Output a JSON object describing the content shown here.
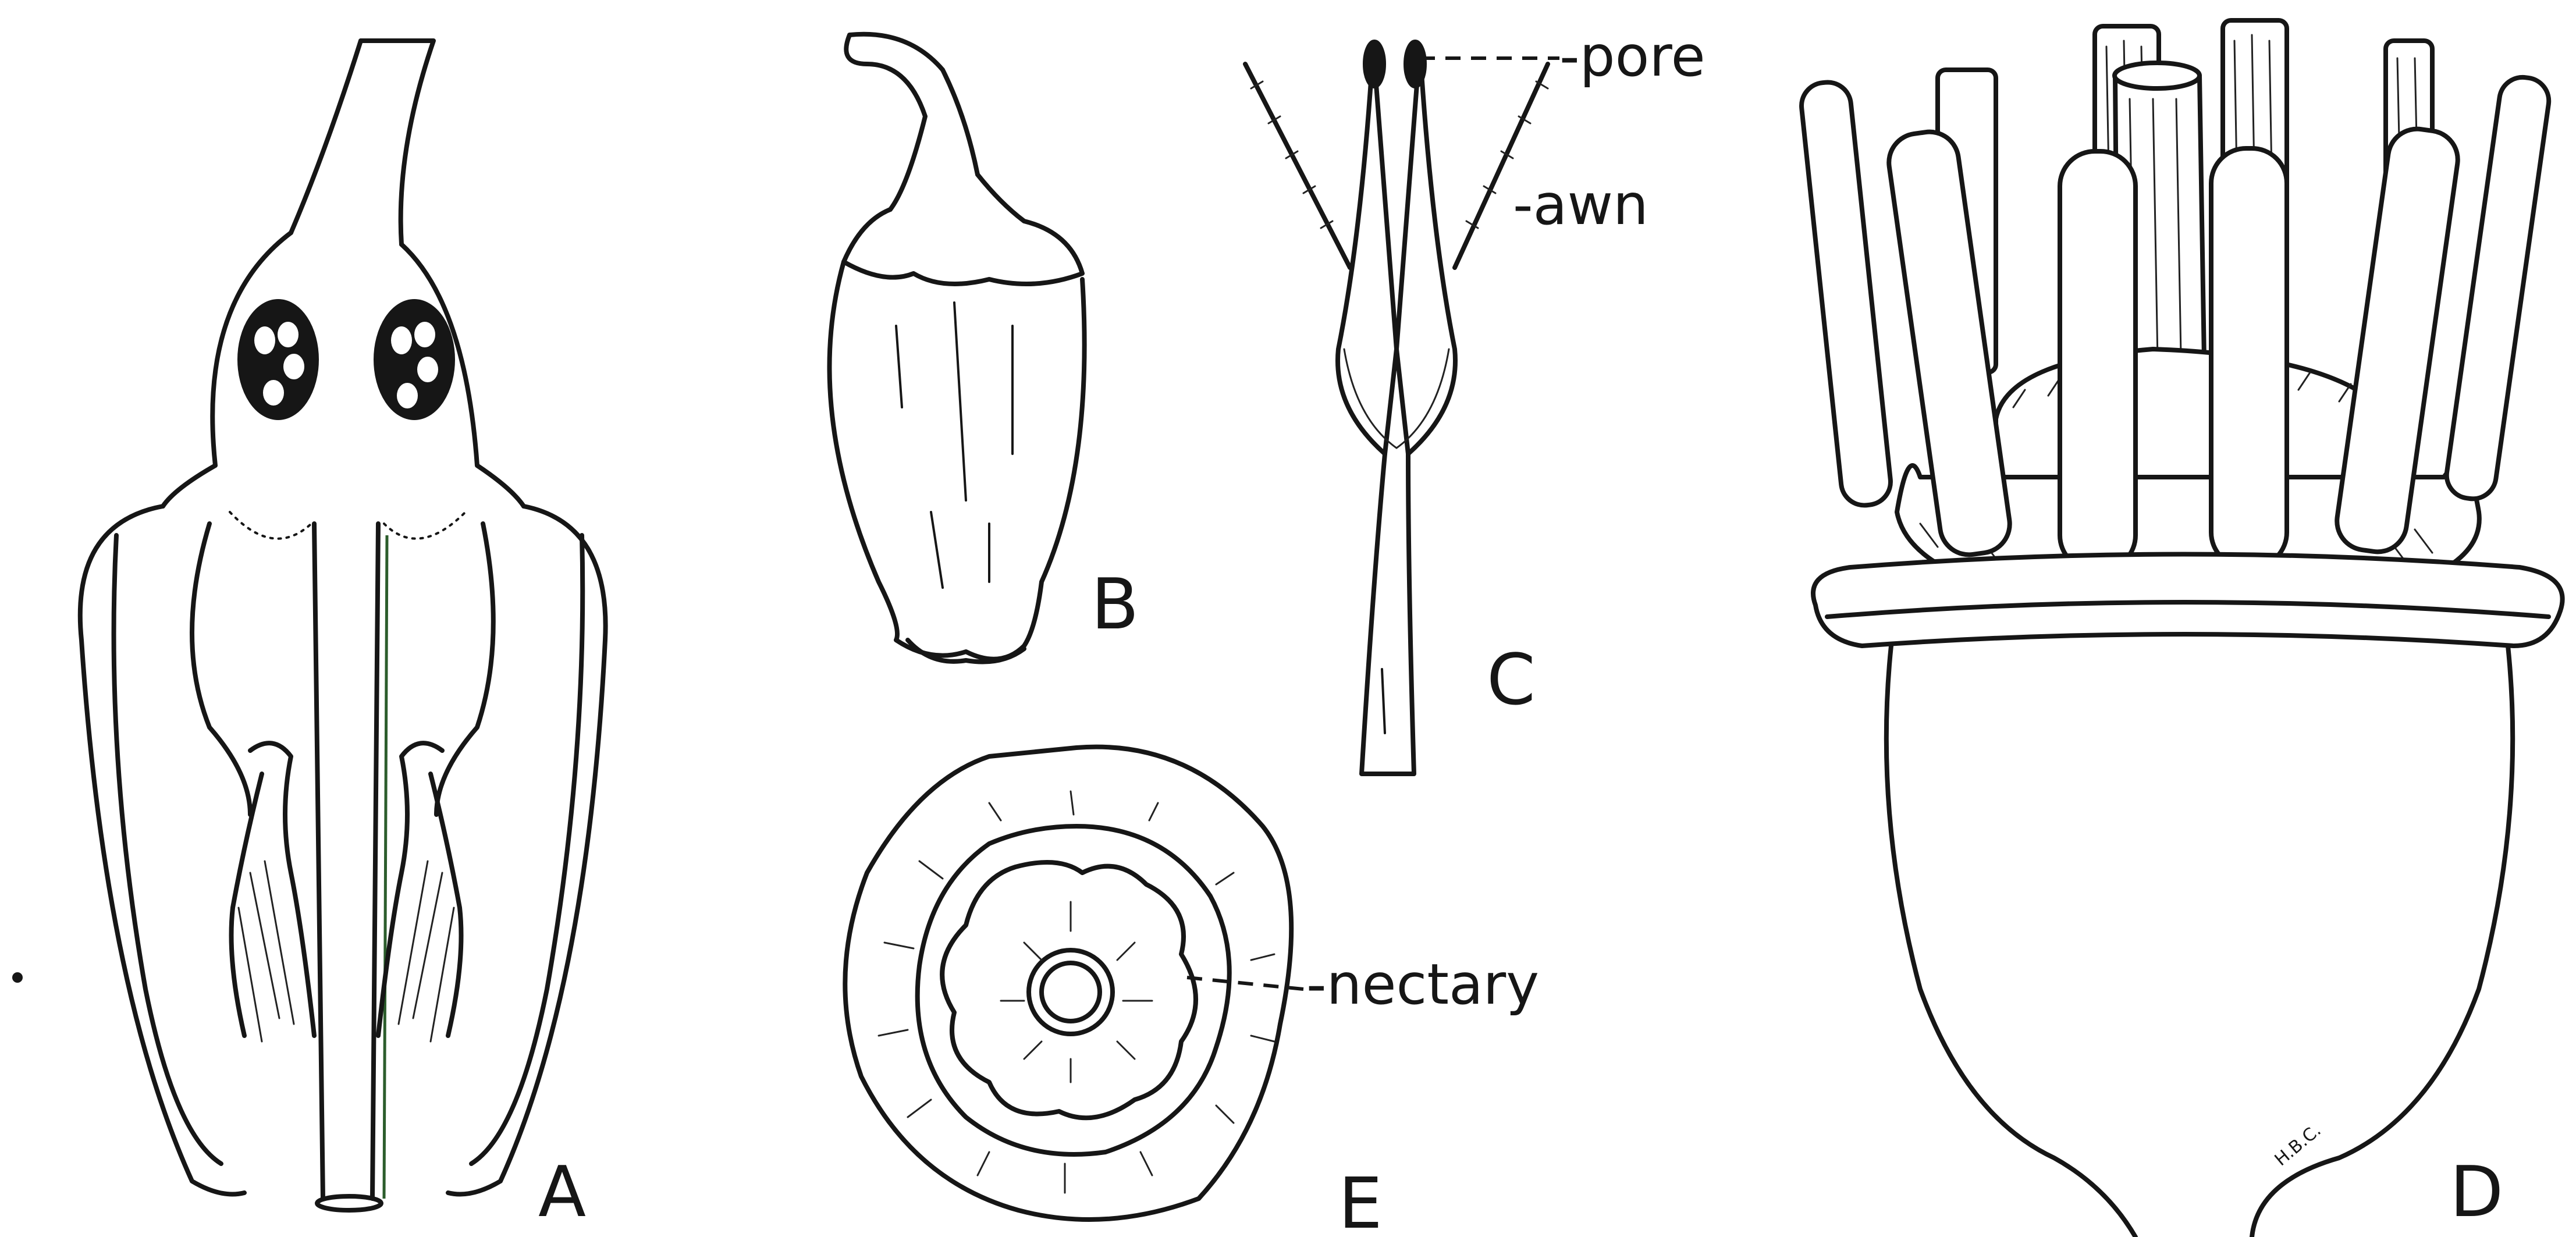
{
  "figure": {
    "panels": [
      {
        "id": "A",
        "label": "A"
      },
      {
        "id": "B",
        "label": "B"
      },
      {
        "id": "C",
        "label": "C"
      },
      {
        "id": "D",
        "label": "D"
      },
      {
        "id": "E",
        "label": "E"
      }
    ],
    "callouts": {
      "pore": "-pore",
      "awn": "-awn",
      "nectary": "-nectary"
    },
    "artist_initials": "H.B.C."
  }
}
